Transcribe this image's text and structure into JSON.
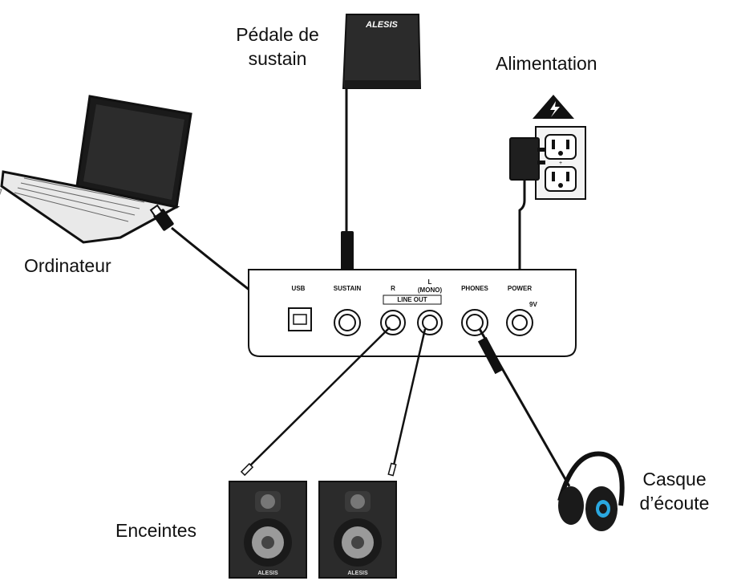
{
  "callouts": {
    "sustain_pedal": [
      "Pédale de",
      "sustain"
    ],
    "power": "Alimentation",
    "computer": "Ordinateur",
    "speakers": "Enceintes",
    "headphones": [
      "Casque",
      "d’écoute"
    ]
  },
  "pedal_brand": "ALESIS",
  "speaker_brand": "ALESIS",
  "rear_panel": {
    "usb": "USB",
    "sustain": "SUSTAIN",
    "r": "R",
    "l": "L",
    "mono": "(MONO)",
    "line_out": "LINE OUT",
    "phones": "PHONES",
    "power": "POWER",
    "voltage": "9V"
  },
  "icons": {
    "warning": "high-voltage-warning-icon",
    "outlet": "wall-outlet-icon"
  },
  "colors": {
    "ink": "#111111",
    "device_body": "#2b2b2b",
    "cone": "#9a9a9a",
    "headphone_accent": "#2aa8e0"
  }
}
